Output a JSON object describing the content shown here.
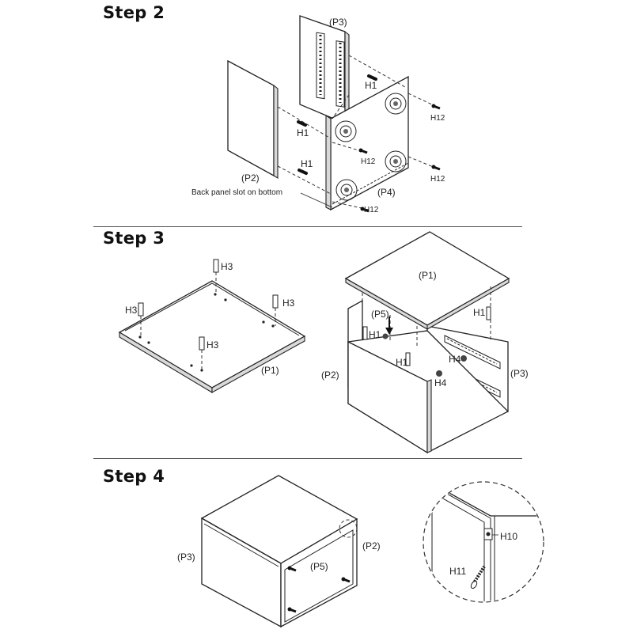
{
  "steps": [
    {
      "title": "Step 2"
    },
    {
      "title": "Step 3"
    },
    {
      "title": "Step 4"
    }
  ],
  "step2": {
    "p3": "(P3)",
    "p2": "(P2)",
    "p4": "(P4)",
    "h1_a": "H1",
    "h1_b": "H1",
    "h1_c": "H1",
    "h12_a": "H12",
    "h12_b": "H12",
    "h12_c": "H12",
    "h12_d": "H12",
    "slot_note": "Back panel slot on bottom"
  },
  "step3": {
    "h3_a": "H3",
    "h3_b": "H3",
    "h3_c": "H3",
    "h3_d": "H3",
    "p1_left": "(P1)",
    "p1_top": "(P1)",
    "p5": "(P5)",
    "p2": "(P2)",
    "p3": "(P3)",
    "h1_a": "H1",
    "h1_b": "H1",
    "h1_c": "H1",
    "h4_a": "H4",
    "h4_b": "H4"
  },
  "step4": {
    "p3": "(P3)",
    "p5": "(P5)",
    "p2": "(P2)",
    "h10": "H10",
    "h11": "H11"
  }
}
